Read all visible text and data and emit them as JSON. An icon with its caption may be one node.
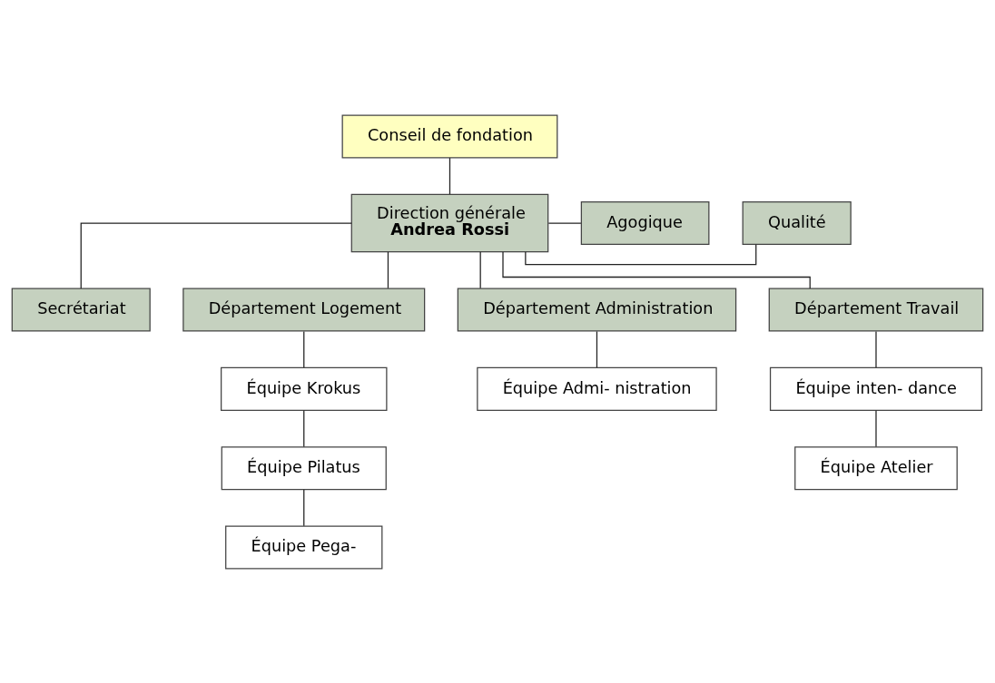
{
  "diagram": {
    "nodes": [
      {
        "text": [
          "Conseil de fondation"
        ]
      },
      {
        "text": [
          "Qualité"
        ]
      },
      {
        "text": [
          "Secrétariat"
        ]
      },
      {
        "text": [
          "Direction générale",
          "Andrea Rossi"
        ]
      },
      {
        "text": [
          "Agogique"
        ]
      },
      {
        "text": [
          "Département Logement"
        ]
      },
      {
        "text": [
          "Département Administration"
        ]
      },
      {
        "text": [
          "Département Travail"
        ]
      },
      {
        "text": [
          "Équipe Krokus"
        ]
      },
      {
        "text": [
          "Équipe Pilatus"
        ]
      },
      {
        "text": [
          "Équipe Pega-"
        ]
      },
      {
        "text": [
          "Équipe Admi- nistration"
        ]
      },
      {
        "text": [
          "Équipe inten- dance"
        ]
      },
      {
        "text": [
          "Équipe Atelier"
        ]
      }
    ],
    "edges": [
      {
        "from": 0,
        "to": 3,
        "arrow": "none"
      },
      {
        "from": 3,
        "to": 1,
        "arrow": "none"
      },
      {
        "from": 3,
        "to": 2,
        "arrow": "none"
      },
      {
        "from": 3,
        "to": 4,
        "arrow": "none"
      },
      {
        "from": 3,
        "to": 5,
        "arrow": "none"
      },
      {
        "from": 3,
        "to": 6,
        "arrow": "none"
      },
      {
        "from": 3,
        "to": 7,
        "arrow": "none"
      },
      {
        "from": 5,
        "to": 8,
        "arrow": "none"
      },
      {
        "from": 8,
        "to": 9,
        "arrow": "none"
      },
      {
        "from": 9,
        "to": 10,
        "arrow": "none"
      },
      {
        "from": 6,
        "to": 11,
        "arrow": "none"
      },
      {
        "from": 7,
        "to": 12,
        "arrow": "none"
      },
      {
        "from": 12,
        "to": 13,
        "arrow": "none"
      }
    ]
  }
}
